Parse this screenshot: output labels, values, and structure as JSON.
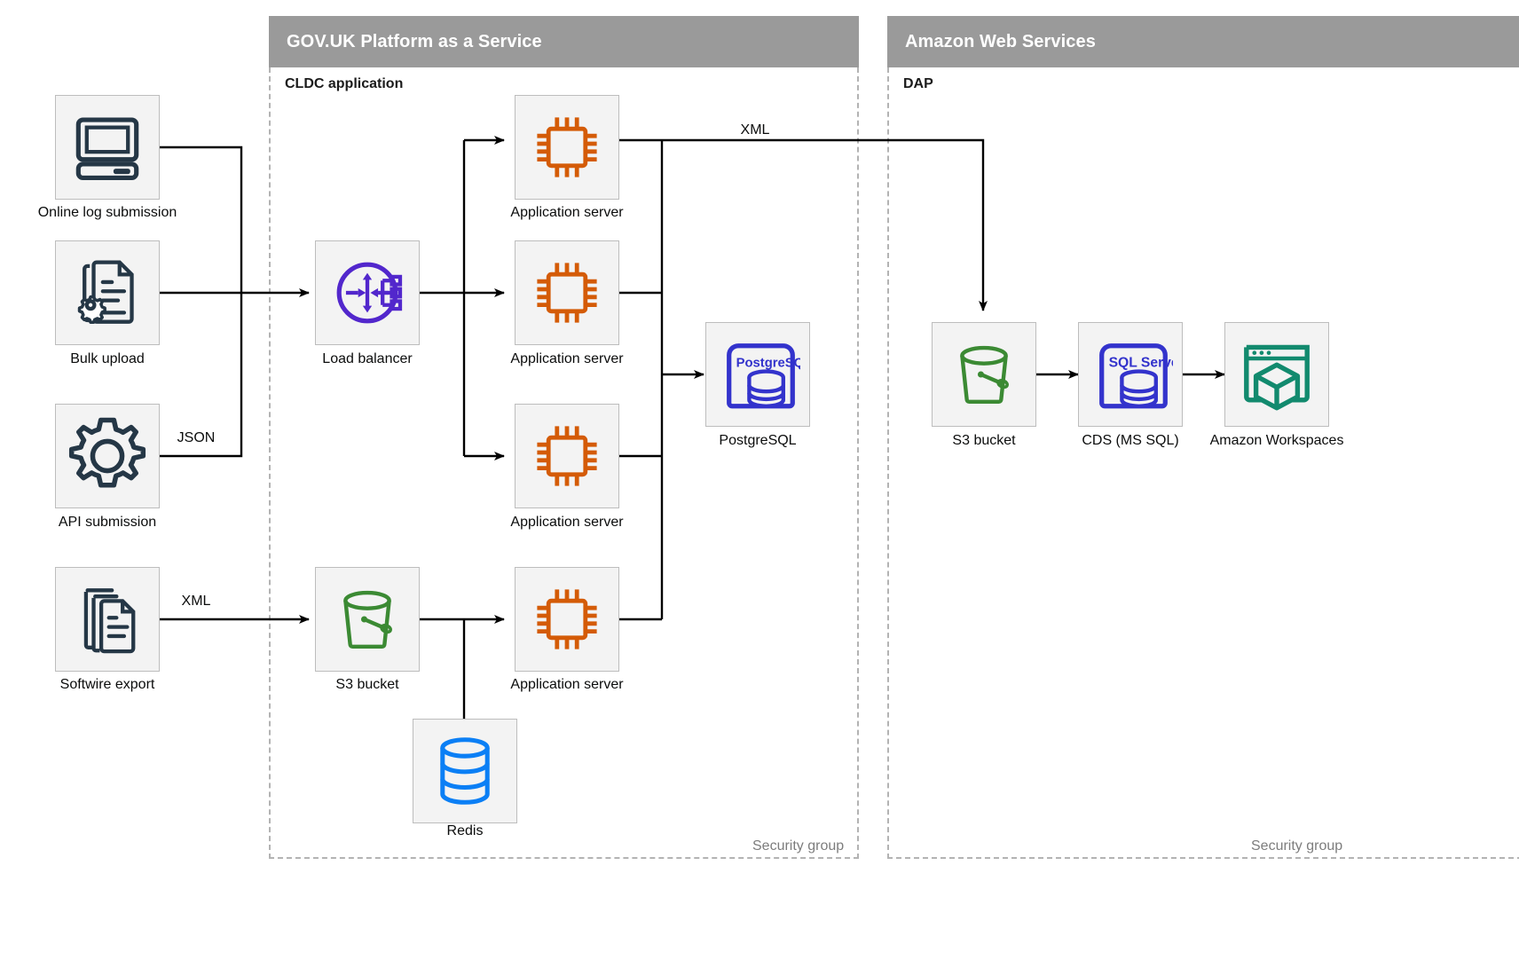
{
  "groups": [
    {
      "id": "paas",
      "title": "GOV.UK Platform as a Service",
      "subgroup": "CLDC application",
      "security_label": "Security group"
    },
    {
      "id": "aws",
      "title": "Amazon Web Services",
      "subgroup": "DAP",
      "security_label": "Security group"
    }
  ],
  "nodes": {
    "online_log": {
      "label": "Online log submission",
      "icon": "desktop-computer-icon",
      "color": "#253746"
    },
    "bulk_upload": {
      "label": "Bulk upload",
      "icon": "document-gear-icon",
      "color": "#253746"
    },
    "api_submission": {
      "label": "API submission",
      "icon": "gear-icon",
      "color": "#253746"
    },
    "softwire_export": {
      "label": "Softwire export",
      "icon": "document-stack-icon",
      "color": "#253746"
    },
    "load_balancer": {
      "label": "Load balancer",
      "icon": "load-balancer-icon",
      "color": "#5227cc"
    },
    "app_server_1": {
      "label": "Application server",
      "icon": "cpu-chip-icon",
      "color": "#d45b07"
    },
    "app_server_2": {
      "label": "Application server",
      "icon": "cpu-chip-icon",
      "color": "#d45b07"
    },
    "app_server_3": {
      "label": "Application server",
      "icon": "cpu-chip-icon",
      "color": "#d45b07"
    },
    "app_server_4": {
      "label": "Application server",
      "icon": "cpu-chip-icon",
      "color": "#d45b07"
    },
    "postgresql": {
      "label": "PostgreSQL",
      "icon": "postgresql-icon",
      "color": "#3333cc",
      "badge": "PostgreSQL"
    },
    "s3_paas": {
      "label": "S3 bucket",
      "icon": "s3-bucket-icon",
      "color": "#3b8a33"
    },
    "redis": {
      "label": "Redis",
      "icon": "database-icon",
      "color": "#0b7ff5"
    },
    "s3_aws": {
      "label": "S3 bucket",
      "icon": "s3-bucket-icon",
      "color": "#3b8a33"
    },
    "cds": {
      "label": "CDS (MS SQL)",
      "icon": "sql-server-icon",
      "color": "#3333cc",
      "badge": "SQL Server"
    },
    "workspaces": {
      "label": "Amazon Workspaces",
      "icon": "workspaces-cube-icon",
      "color": "#128a6e"
    }
  },
  "edge_labels": {
    "json": "JSON",
    "xml_softwire": "XML",
    "xml_to_s3": "XML"
  },
  "palette": {
    "header_grey": "#9a9a9a",
    "node_fill": "#f3f3f3",
    "node_border": "#bdbdbd",
    "dashed_border": "#b3b3b3",
    "wire": "#000000",
    "text": "#0b0c0c"
  }
}
